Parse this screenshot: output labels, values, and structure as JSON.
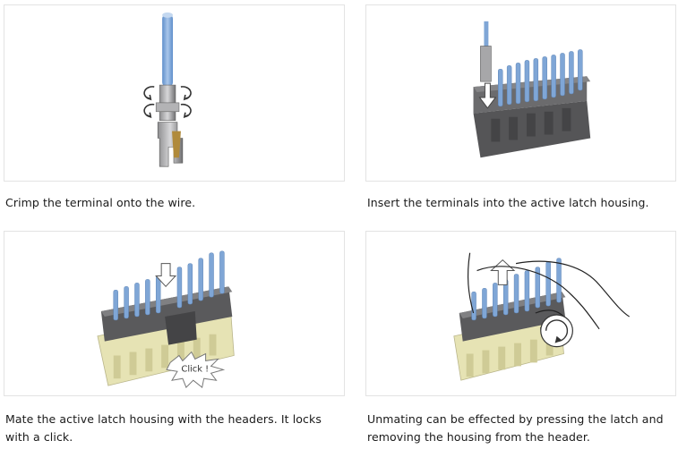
{
  "steps": [
    {
      "caption": "Crimp the terminal onto the wire."
    },
    {
      "caption": "Insert the terminals into the active latch housing."
    },
    {
      "caption": "Mate the active latch housing with the headers. It locks with a click.",
      "callout": "Click !"
    },
    {
      "caption": "Unmating can be effected by pressing the latch and removing the housing from the header."
    }
  ],
  "colors": {
    "pin_blue": "#7fa6d6",
    "housing_gray": "#5a5a5c",
    "header_cream": "#e6e3b4"
  }
}
